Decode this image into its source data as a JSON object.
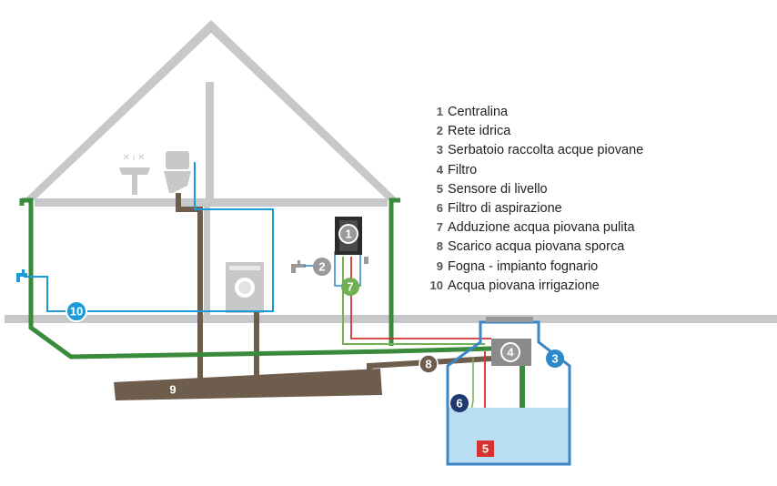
{
  "legend": [
    {
      "num": "1",
      "text": "Centralina"
    },
    {
      "num": "2",
      "text": "Rete idrica"
    },
    {
      "num": "3",
      "text": "Serbatoio raccolta acque piovane"
    },
    {
      "num": "4",
      "text": "Filtro"
    },
    {
      "num": "5",
      "text": "Sensore di livello"
    },
    {
      "num": "6",
      "text": "Filtro di aspirazione"
    },
    {
      "num": "7",
      "text": "Adduzione acqua piovana pulita"
    },
    {
      "num": "8",
      "text": "Scarico acqua piovana sporca"
    },
    {
      "num": "9",
      "text": "Fogna - impianto fognario"
    },
    {
      "num": "10",
      "text": "Acqua piovana irrigazione"
    }
  ],
  "markers": {
    "m1": "1",
    "m2": "2",
    "m3": "3",
    "m4": "4",
    "m5": "5",
    "m6": "6",
    "m7": "7",
    "m8": "8",
    "m9": "9",
    "m10": "10"
  },
  "colors": {
    "structure": "#c7c8c9",
    "gutter_green": "#3a8a3c",
    "clean_water_green": "#6fb153",
    "irrigation_blue": "#1a9ad6",
    "drinking_blue": "#2a89c9",
    "sewer_brown": "#6e5c4c",
    "sensor_red": "#d6322f",
    "tank_water": "#b9def1",
    "tank_outline": "#3a86c8",
    "filter_dark": "#1e3a6e"
  }
}
